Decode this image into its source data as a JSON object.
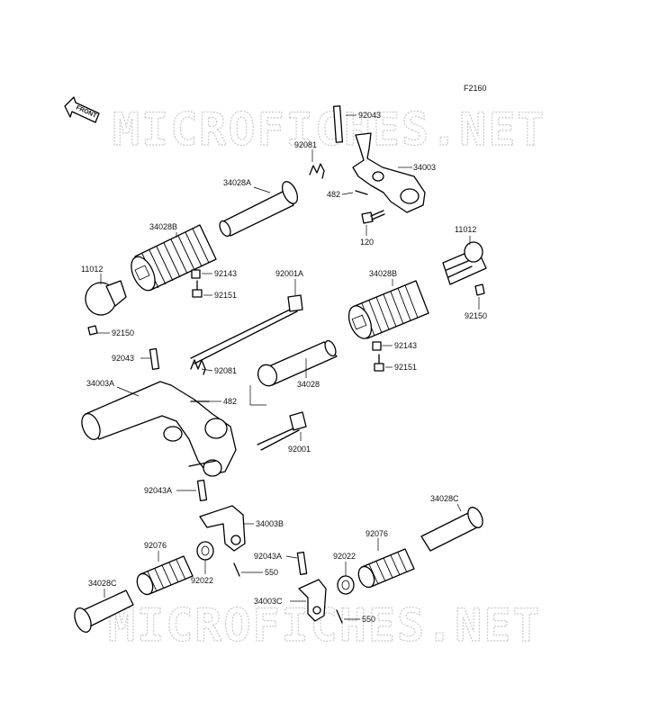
{
  "diagram_code": "F2160",
  "front_label": "FRONT",
  "watermark_top": "MICROFICHES.NET",
  "watermark_bottom": "MICROFICHES.NET",
  "colors": {
    "ink": "#000000",
    "watermark": "#c9c9c9",
    "background": "#ffffff"
  },
  "labels": {
    "p92043_top": "92043",
    "p92081_top": "92081",
    "p34003": "34003",
    "p482_top": "482",
    "p120": "120",
    "p34028A": "34028A",
    "p34028B_left": "34028B",
    "p92143_left": "92143",
    "p92151_left": "92151",
    "p11012_left": "11012",
    "p92150_left": "92150",
    "p92001A": "92001A",
    "p34028B_right": "34028B",
    "p11012_right": "11012",
    "p92150_right": "92150",
    "p92143_right": "92143",
    "p92151_right": "92151",
    "p92043_mid": "92043",
    "p92081_mid": "92081",
    "p34003A": "34003A",
    "p482_mid": "482",
    "p34028": "34028",
    "p92001": "92001",
    "p92043A_left": "92043A",
    "p34003B": "34003B",
    "p92076_left": "92076",
    "p92022_left": "92022",
    "p92043A_right": "92043A",
    "p550_top": "550",
    "p34028C_left": "34028C",
    "p92022_right": "92022",
    "p92076_right": "92076",
    "p34028C_right": "34028C",
    "p34003C": "34003C",
    "p550_bottom": "550"
  }
}
